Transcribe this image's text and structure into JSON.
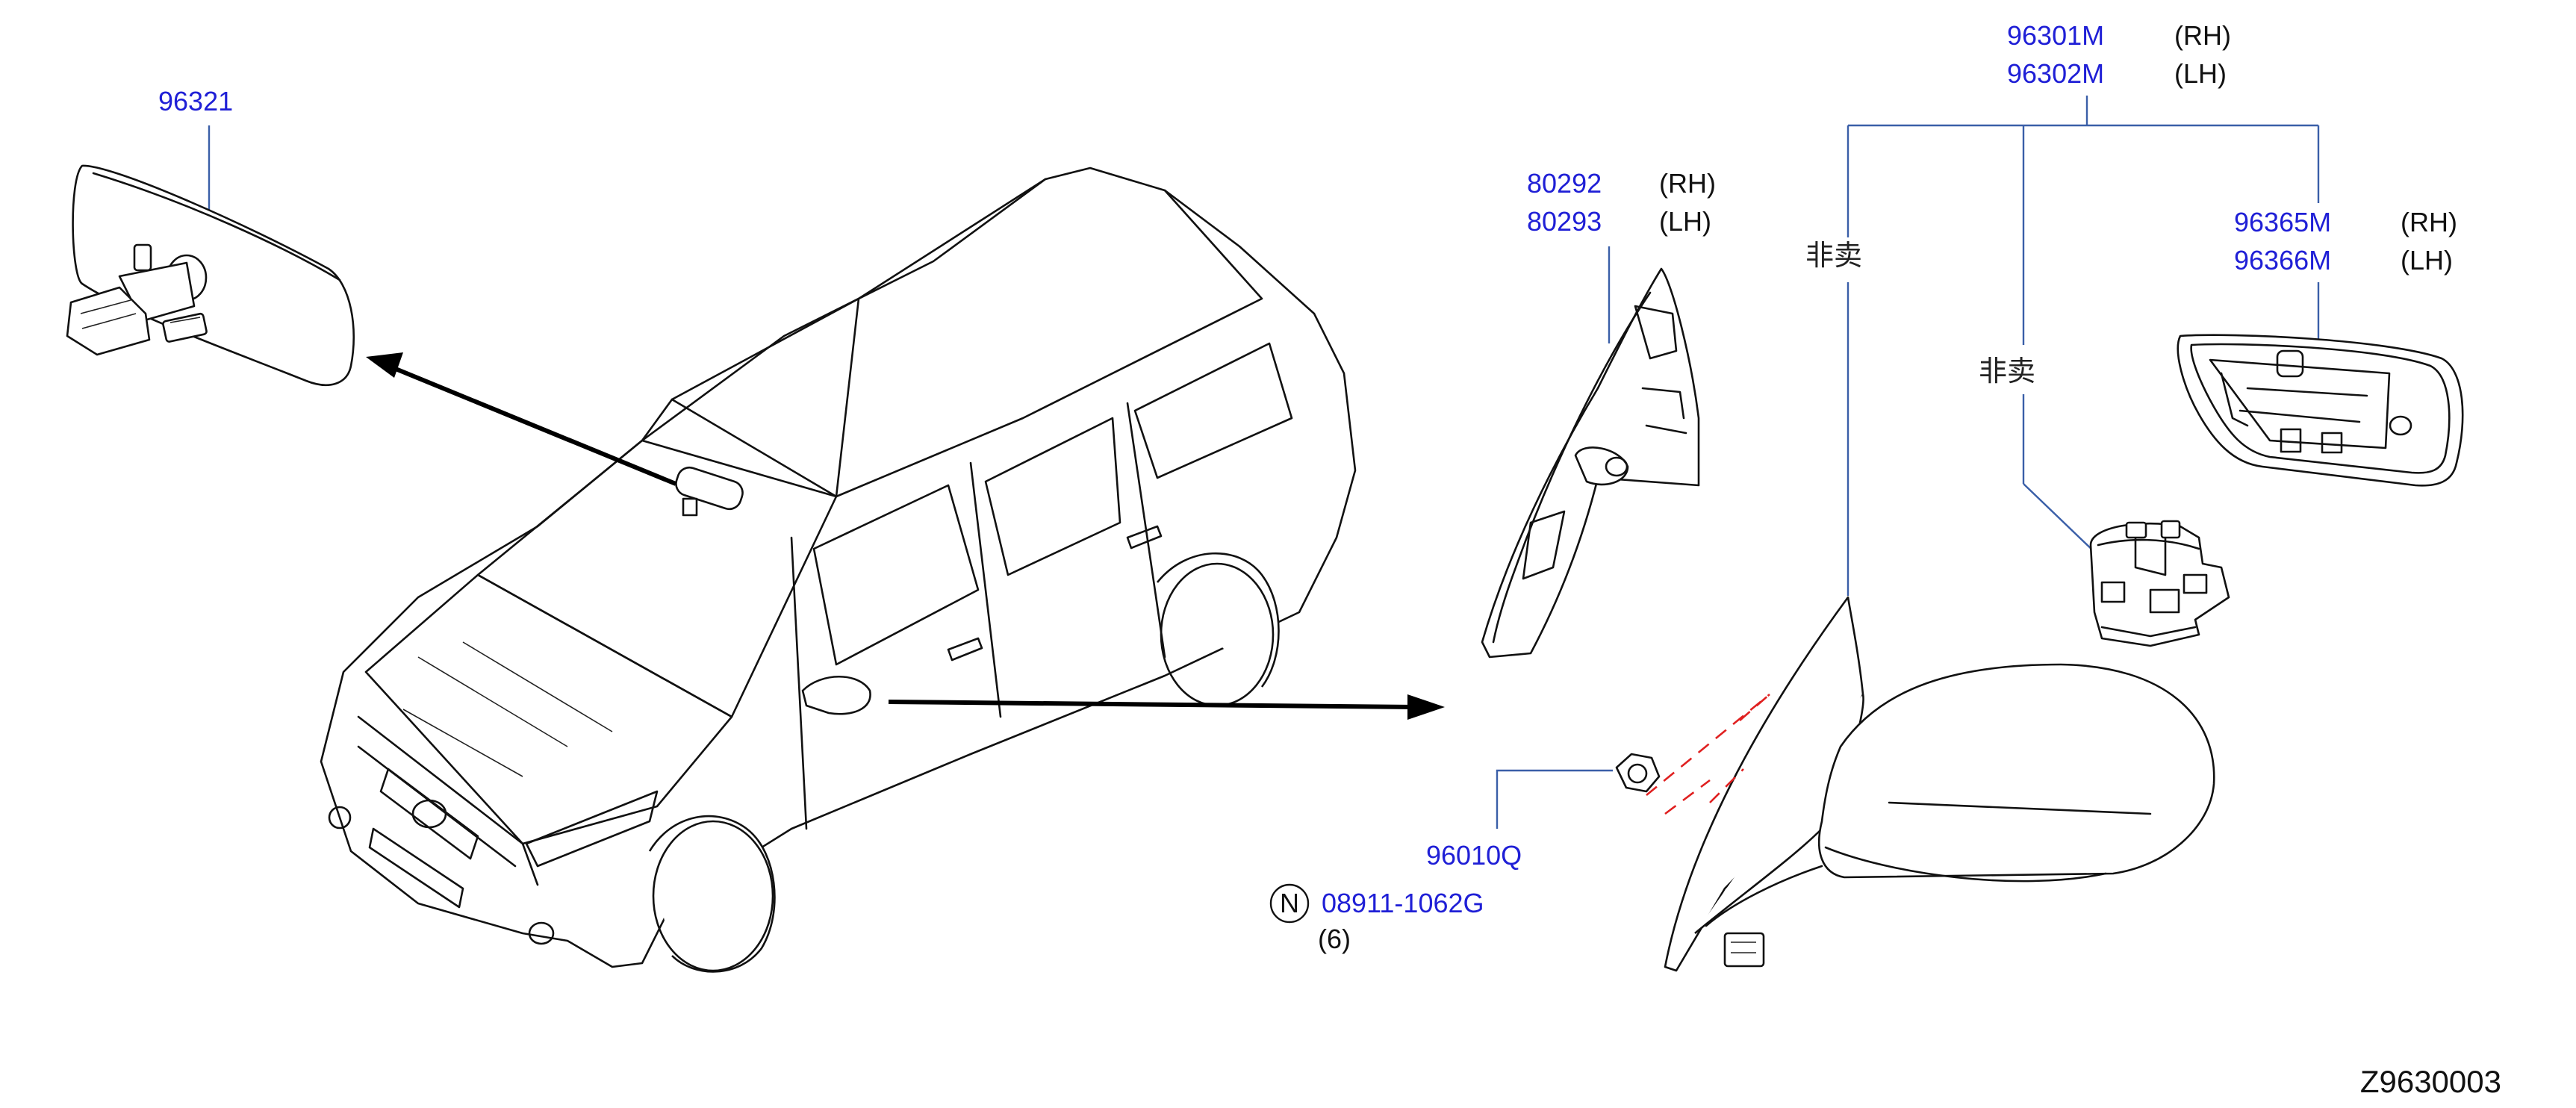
{
  "diagram": {
    "drawing_code": "Z9630003",
    "colors": {
      "part_number": "#1f1fd6",
      "leader": "#3a5fa8",
      "text": "#111111",
      "dashed_fit": "#e02020"
    },
    "parts": {
      "inside_mirror": {
        "number": "96321"
      },
      "mirror_cover": {
        "rh": {
          "number": "80292",
          "side": "(RH)"
        },
        "lh": {
          "number": "80293",
          "side": "(LH)"
        }
      },
      "door_mirror": {
        "rh": {
          "number": "96301M",
          "side": "(RH)"
        },
        "lh": {
          "number": "96302M",
          "side": "(LH)"
        },
        "not_for_sale_a": "非卖",
        "not_for_sale_b": "非卖"
      },
      "mirror_glass": {
        "rh": {
          "number": "96365M",
          "side": "(RH)"
        },
        "lh": {
          "number": "96366M",
          "side": "(LH)"
        }
      },
      "nut": {
        "number": "96010Q"
      },
      "std_nut": {
        "symbol": "N",
        "number": "08911-1062G",
        "qty": "(6)"
      }
    }
  }
}
